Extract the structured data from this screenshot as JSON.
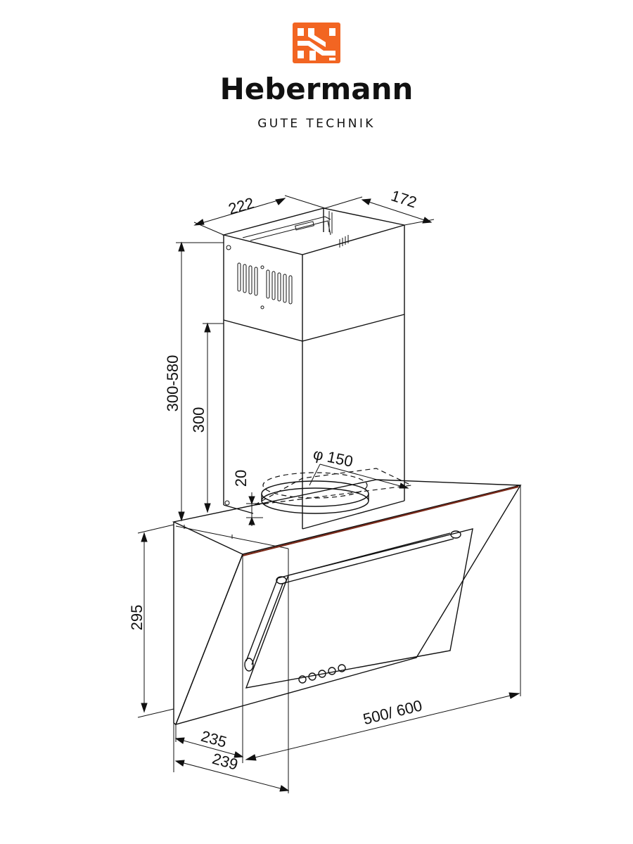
{
  "brand": {
    "name": "Hebermann",
    "tagline": "GUTE TECHNIK",
    "logo_color": "#F26522",
    "logo_icon": "hebermann-logo-icon"
  },
  "dimensions": {
    "chimney_width": "222",
    "chimney_depth": "172",
    "chimney_height_range": "300-580",
    "lower_chimney_height": "300",
    "duct_diameter": "φ 150",
    "duct_offset": "20",
    "hood_height": "295",
    "hood_width": "500/ 600",
    "hood_depth_top": "235",
    "hood_depth_bottom": "239"
  },
  "colors": {
    "line": "#111111",
    "glass_edge": "#7a2a1a"
  }
}
